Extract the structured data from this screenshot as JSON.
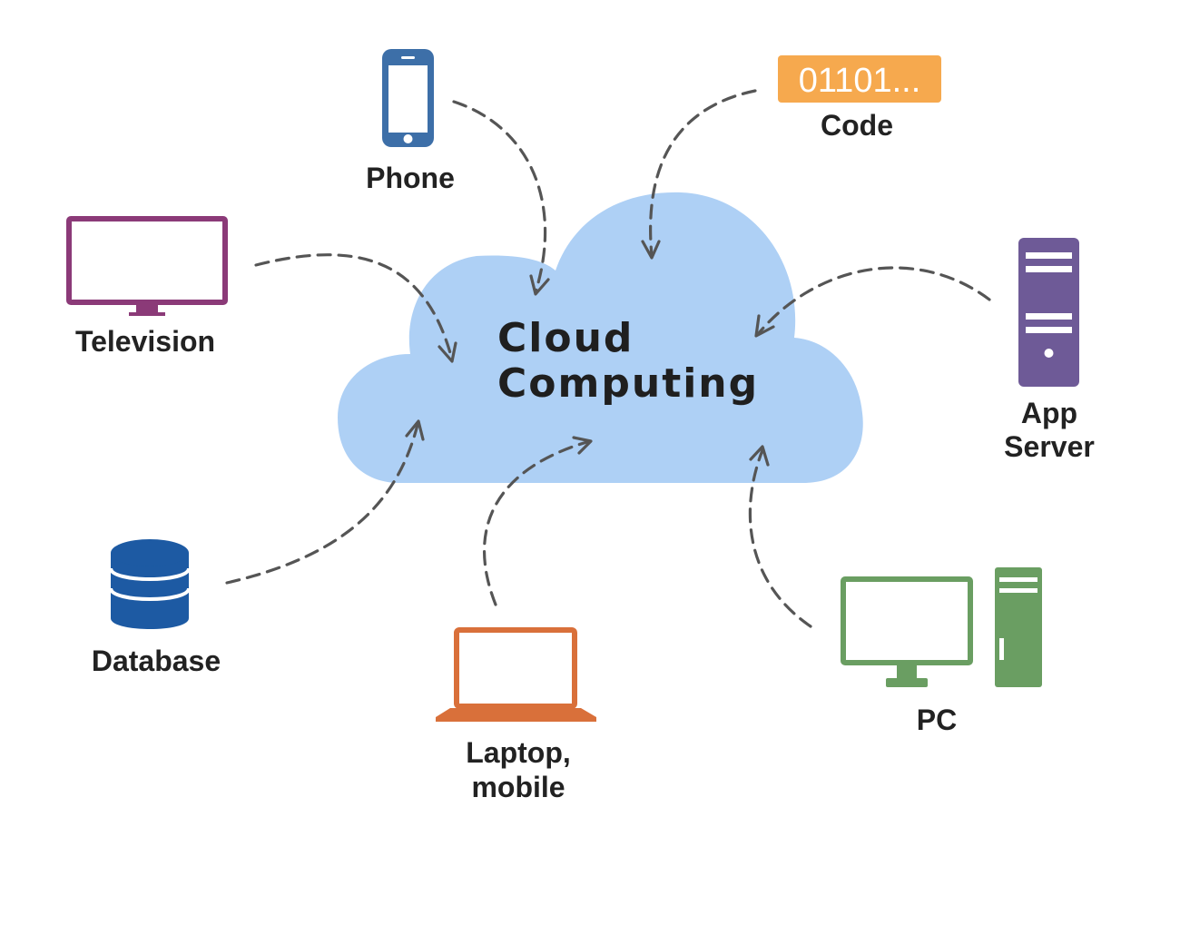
{
  "diagram": {
    "center": {
      "line1": "Cloud",
      "line2": "Computing"
    },
    "nodes": {
      "phone": {
        "label": "Phone"
      },
      "code": {
        "label": "Code",
        "badge": "01101..."
      },
      "television": {
        "label": "Television"
      },
      "app_server": {
        "line1": "App",
        "line2": "Server"
      },
      "database": {
        "label": "Database"
      },
      "laptop": {
        "line1": "Laptop,",
        "line2": "mobile"
      },
      "pc": {
        "label": "PC"
      }
    },
    "colors": {
      "cloud": "#aed0f5",
      "phone": "#3d6fa8",
      "code": "#f6a94e",
      "television": "#8b3a78",
      "app_server": "#6e5a97",
      "database": "#1d5aa3",
      "laptop": "#d9703a",
      "pc": "#6a9e62",
      "connector": "#555555"
    }
  }
}
